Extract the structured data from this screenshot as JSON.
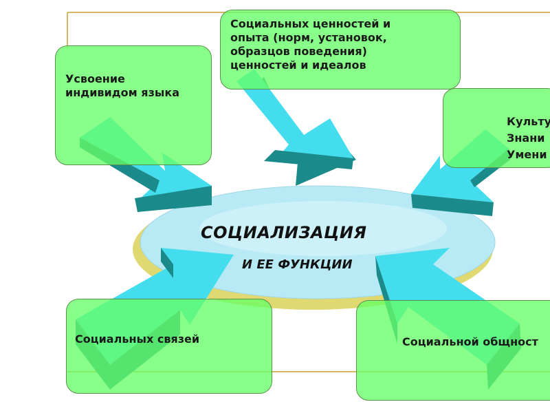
{
  "diagram": {
    "center": {
      "line1": "СОЦИАЛИЗАЦИЯ",
      "line2": "И ЕЕ ФУНКЦИИ"
    },
    "boxes": {
      "top": "Социальных ценностей и\nопыта (норм, установок,\nобразцов поведения)\nценностей и идеалов",
      "left": "Усвоение\nиндивидом языка",
      "right": "Культу\nЗнани\nУмени",
      "bottom_left": "Социальных связей",
      "bottom_right": "Социальной общност"
    },
    "colors": {
      "box_fill": "#66ff66",
      "arrow_top": "#44ddee",
      "arrow_side": "#1a8a8a",
      "ellipse_fill": "#b8eaf5",
      "ellipse_shadow": "#e0d870",
      "frame_line": "#c8a030"
    }
  }
}
